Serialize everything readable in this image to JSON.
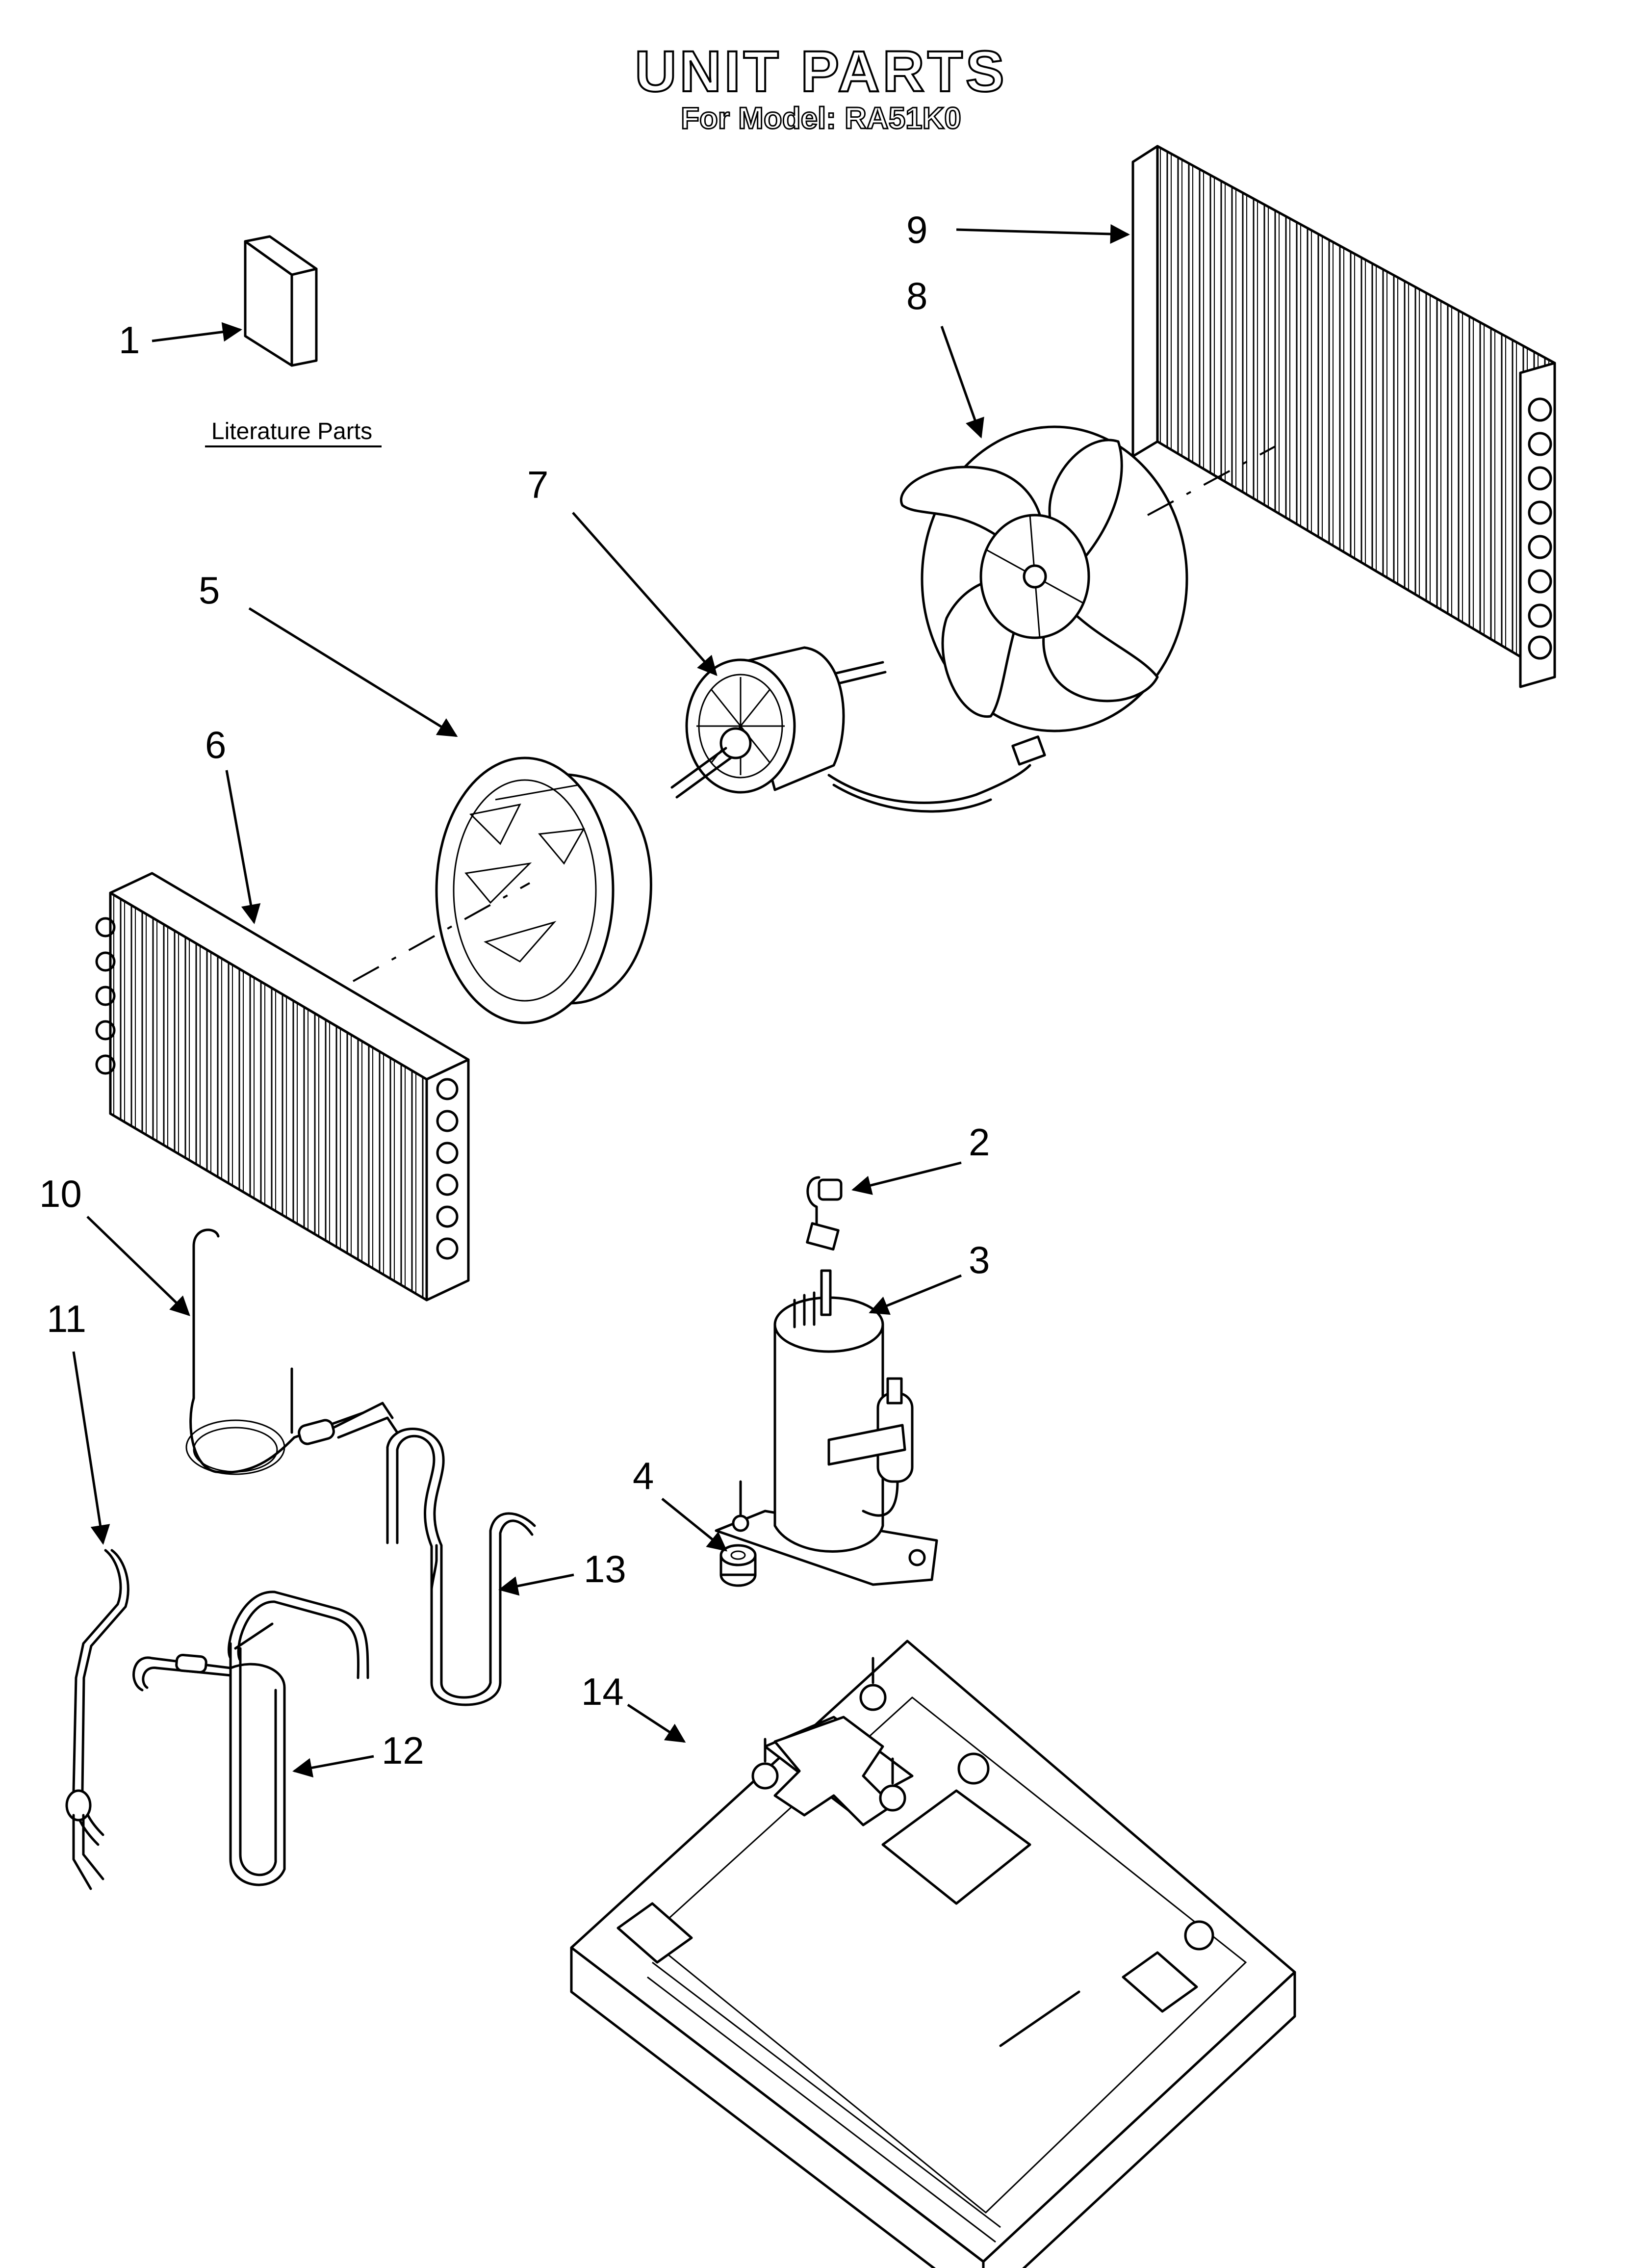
{
  "header": {
    "title": "UNIT PARTS",
    "subtitle": "For Model: RA51K0"
  },
  "literature_label": "Literature Parts",
  "callouts": {
    "c1": "1",
    "c2": "2",
    "c3": "3",
    "c4": "4",
    "c5": "5",
    "c6": "6",
    "c7": "7",
    "c8": "8",
    "c9": "9",
    "c10": "10",
    "c11": "11",
    "c12": "12",
    "c13": "13",
    "c14": "14"
  }
}
